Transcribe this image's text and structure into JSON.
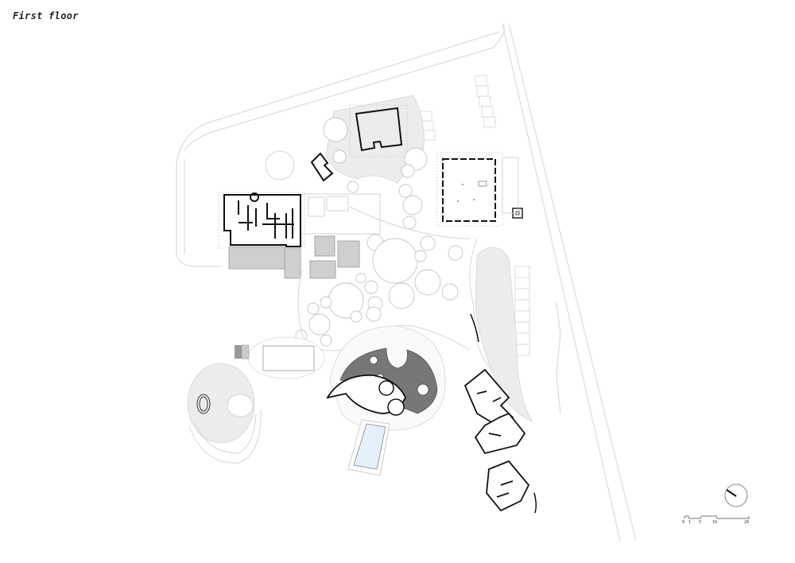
{
  "drawing": {
    "title": "First floor",
    "type": "architectural site plan"
  },
  "scale_bar": {
    "labels": [
      "0",
      "1",
      "5",
      "10",
      "20"
    ]
  },
  "north_arrow": {
    "icon": "north-arrow-icon"
  },
  "colors": {
    "background": "#ffffff",
    "wall": "#111111",
    "light_line": "#d6d6d6",
    "landscape_fill": "#ececec",
    "roof_fill": "#cfcfcf",
    "dark_fill": "#777777",
    "pool_fill": "#e6f0fa"
  }
}
